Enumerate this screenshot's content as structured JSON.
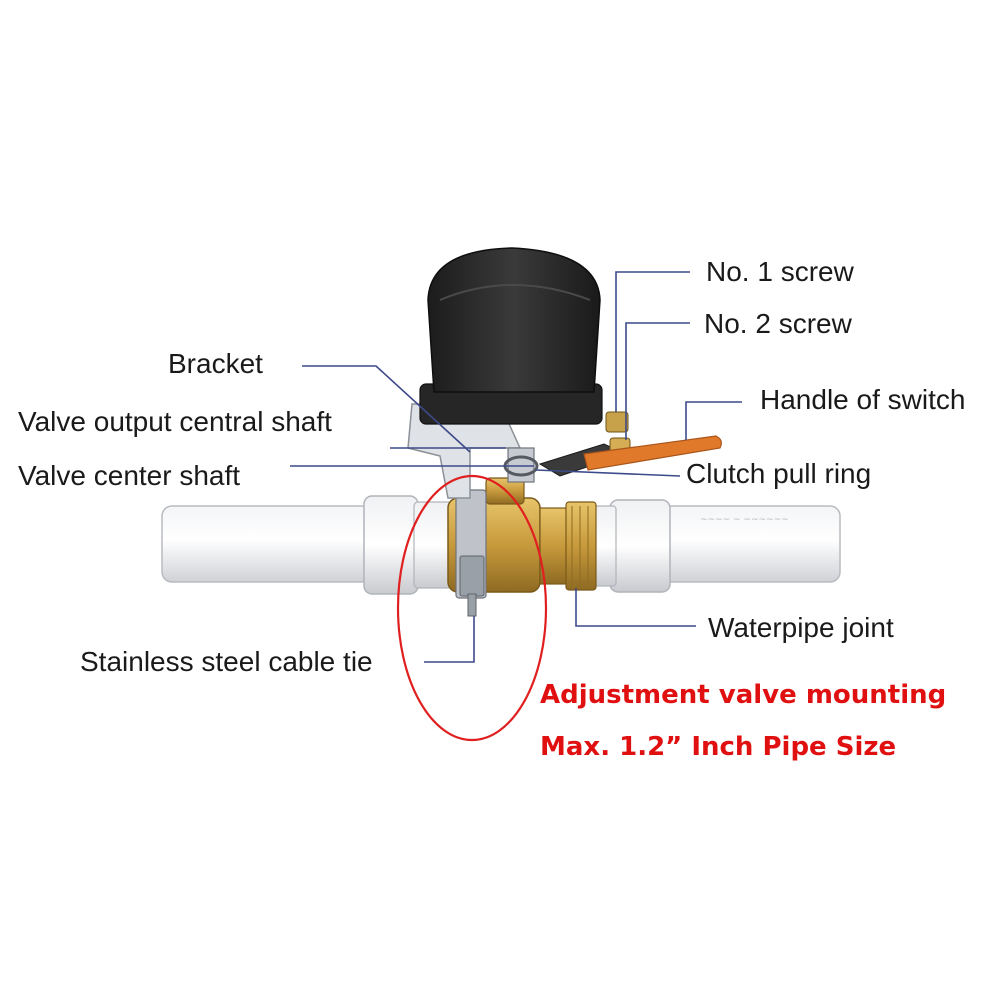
{
  "labels": {
    "no1_screw": "No. 1 screw",
    "no2_screw": "No. 2 screw",
    "bracket": "Bracket",
    "handle_of_switch": "Handle of switch",
    "valve_output_central_shaft": "Valve output central shaft",
    "valve_center_shaft": "Valve center shaft",
    "clutch_pull_ring": "Clutch pull ring",
    "waterpipe_joint": "Waterpipe joint",
    "stainless_steel_cable_tie": "Stainless steel cable tie"
  },
  "note": {
    "line1": "Adjustment valve mounting",
    "line2": "Max. 1.2” Inch Pipe Size"
  },
  "colors": {
    "text": "#1a1a1a",
    "note": "#e01010",
    "leader": "#3d4a8a",
    "ellipse": "#e02020",
    "actuator": "#2a2a2a",
    "brass": "#c9a24a",
    "handle": "#e07a2a",
    "pipe": "#e8e9ec"
  }
}
